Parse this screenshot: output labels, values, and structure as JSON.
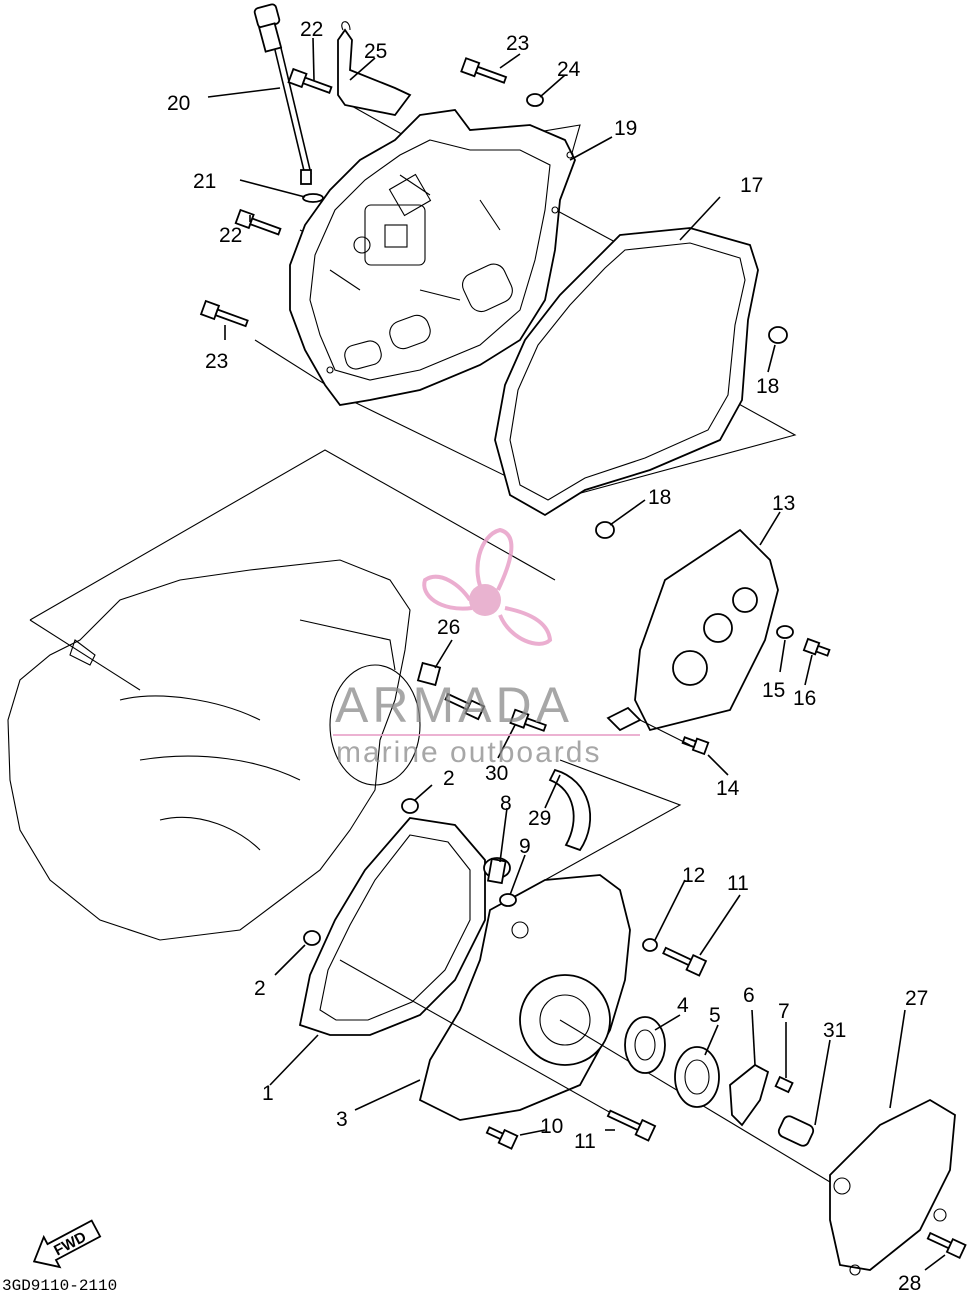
{
  "diagram_code": "3GD9110-2110",
  "direction_badge": "FWD",
  "colors": {
    "line": "#000000",
    "watermark_text": "#8a8a8a",
    "watermark_logo": "#e8a0c8",
    "watermark_logo_hub": "#e6a6c8"
  },
  "watermark": {
    "title": "ARMADA",
    "subtitle": "marine outboards"
  },
  "callouts": {
    "c1": "1",
    "c2a": "2",
    "c2b": "2",
    "c3": "3",
    "c4": "4",
    "c5": "5",
    "c6": "6",
    "c7": "7",
    "c8": "8",
    "c9": "9",
    "c10": "10",
    "c11a": "11",
    "c11b": "11",
    "c12": "12",
    "c13": "13",
    "c14": "14",
    "c15": "15",
    "c16": "16",
    "c17": "17",
    "c18a": "18",
    "c18b": "18",
    "c19": "19",
    "c20": "20",
    "c21": "21",
    "c22a": "22",
    "c22b": "22",
    "c23a": "23",
    "c23b": "23",
    "c24": "24",
    "c25": "25",
    "c26": "26",
    "c27": "27",
    "c28": "28",
    "c29": "29",
    "c30": "30",
    "c31": "31"
  }
}
